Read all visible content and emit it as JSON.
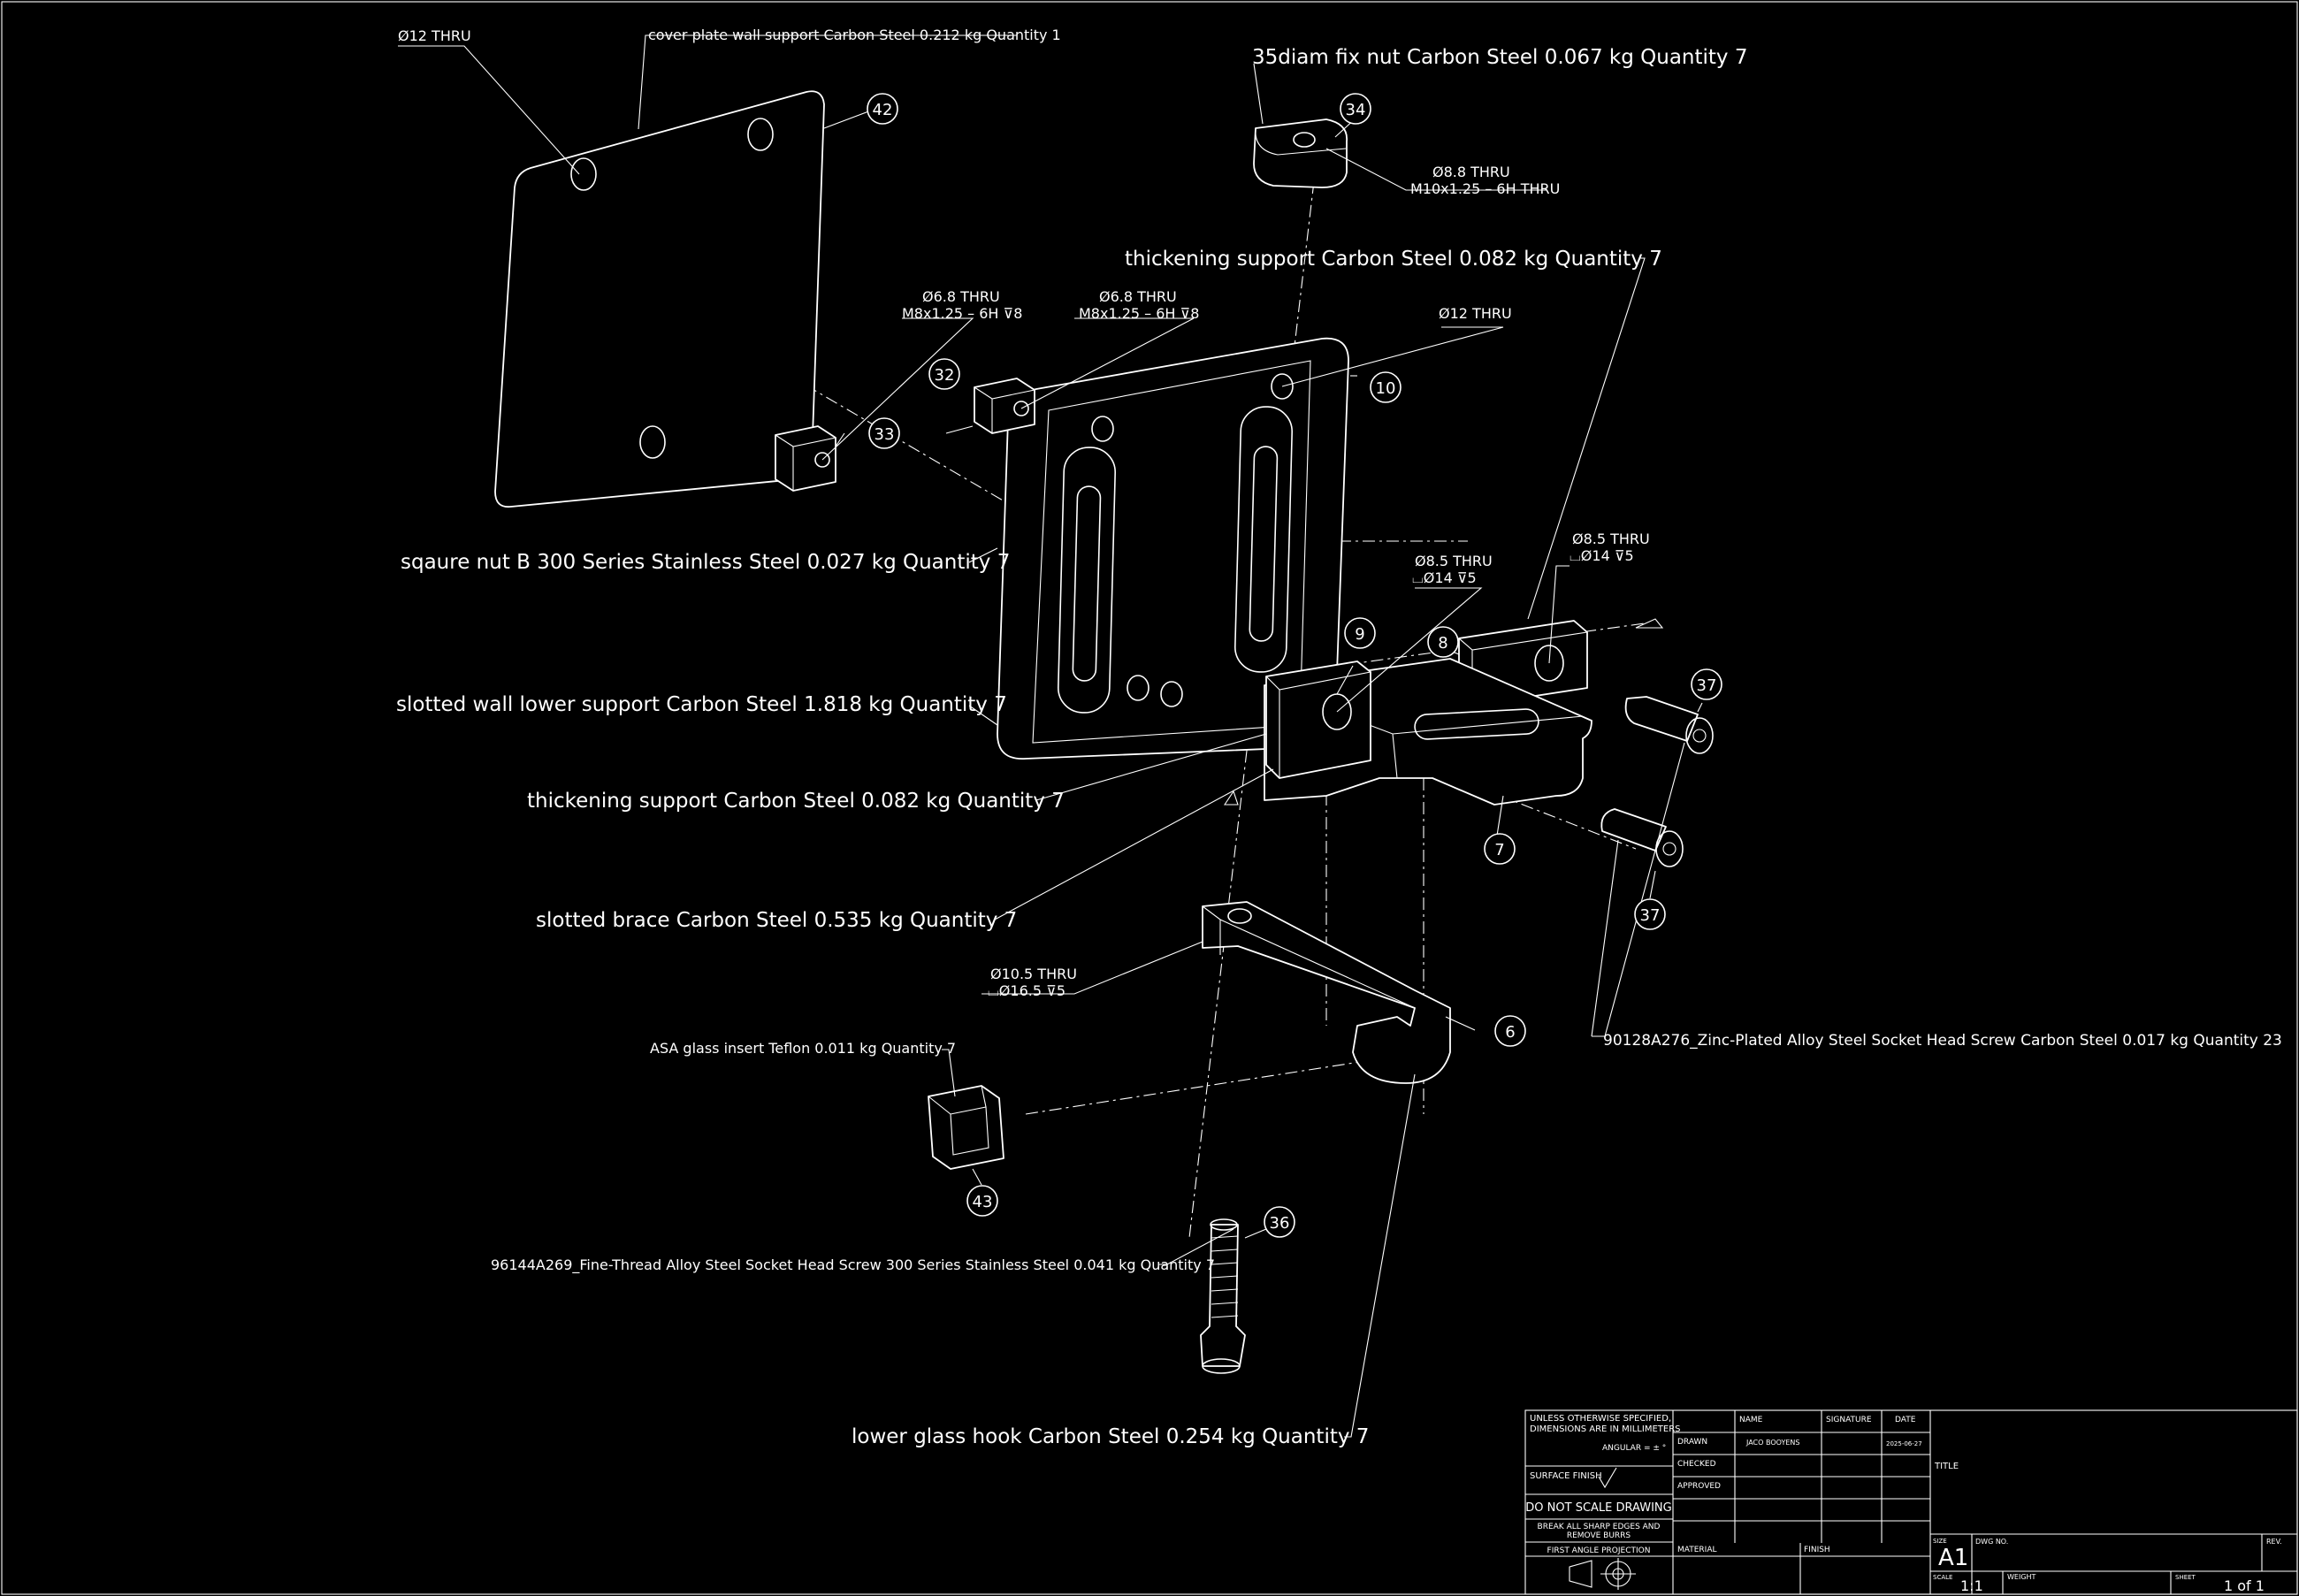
{
  "balloons": [
    "42",
    "34",
    "32",
    "33",
    "10",
    "9",
    "8",
    "37",
    "37",
    "7",
    "6",
    "43",
    "36"
  ],
  "labels": {
    "cover_plate": "cover plate wall support  Carbon Steel  0.212 kg  Quantity 1",
    "hole_12_thru_a": "Ø12 THRU",
    "fix_nut": "35diam fix nut  Carbon Steel  0.067 kg  Quantity 7",
    "hole_88_a": "Ø8.8 THRU",
    "hole_88_b": "M10x1.25 – 6H THRU",
    "thickening_top": "thickening support  Carbon Steel  0.082 kg  Quantity 7",
    "hole_68_left_a": "Ø6.8 THRU",
    "hole_68_left_b": "M8x1.25 – 6H ⊽8",
    "hole_68_right_a": "Ø6.8 THRU",
    "hole_68_right_b": "M8x1.25 – 6H ⊽8",
    "hole_12_thru_b": "Ø12 THRU",
    "square_nut": "sqaure nut B  300 Series Stainless Steel  0.027 kg  Quantity 7",
    "hole_85_right_a": "Ø8.5 THRU",
    "hole_85_right_b": "⌴Ø14 ⊽5",
    "hole_85_mid_a": "Ø8.5 THRU",
    "hole_85_mid_b": "⌴Ø14 ⊽5",
    "slotted_wall": "slotted wall lower support  Carbon Steel  1.818 kg  Quantity 7",
    "thickening_bottom": "thickening support  Carbon Steel  0.082 kg  Quantity 7",
    "slotted_brace": "slotted brace  Carbon Steel  0.535 kg  Quantity 7",
    "hole_105_a": "Ø10.5 THRU",
    "hole_105_b": "⌴Ø16.5 ⊽5",
    "socket_screw_23": "90128A276_Zinc-Plated Alloy Steel Socket Head Screw  Carbon Steel  0.017 kg  Quantity 23",
    "glass_insert": "ASA glass insert  Teflon  0.011 kg  Quantity 7",
    "fine_screw": "96144A269_Fine-Thread Alloy Steel Socket Head Screw  300 Series Stainless Steel  0.041 kg  Quantity 7",
    "glass_hook": "lower glass hook  Carbon Steel  0.254 kg  Quantity 7"
  },
  "title_block": {
    "note_1": "UNLESS OTHERWISE SPECIFIED,",
    "note_2": "DIMENSIONS ARE IN MILLIMETERS",
    "angular": "ANGULAR = ± °",
    "surface_finish": "SURFACE FINISH",
    "do_not_scale": "DO NOT SCALE DRAWING",
    "break_edges_1": "BREAK ALL SHARP EDGES AND",
    "break_edges_2": "REMOVE BURRS",
    "projection": "FIRST ANGLE PROJECTION",
    "col_name": "NAME",
    "col_signature": "SIGNATURE",
    "col_date": "DATE",
    "row_drawn": "DRAWN",
    "drawn_name": "JACO BOOYENS",
    "drawn_date": "2025-06-27",
    "row_checked": "CHECKED",
    "row_approved": "APPROVED",
    "material": "MATERIAL",
    "finish": "FINISH",
    "title": "TITLE",
    "size_label": "SIZE",
    "size": "A1",
    "dwg_no": "DWG NO.",
    "rev": "REV.",
    "scale_label": "SCALE",
    "scale": "1:1",
    "weight": "WEIGHT",
    "sheet_label": "SHEET",
    "sheet": "1 of 1"
  }
}
